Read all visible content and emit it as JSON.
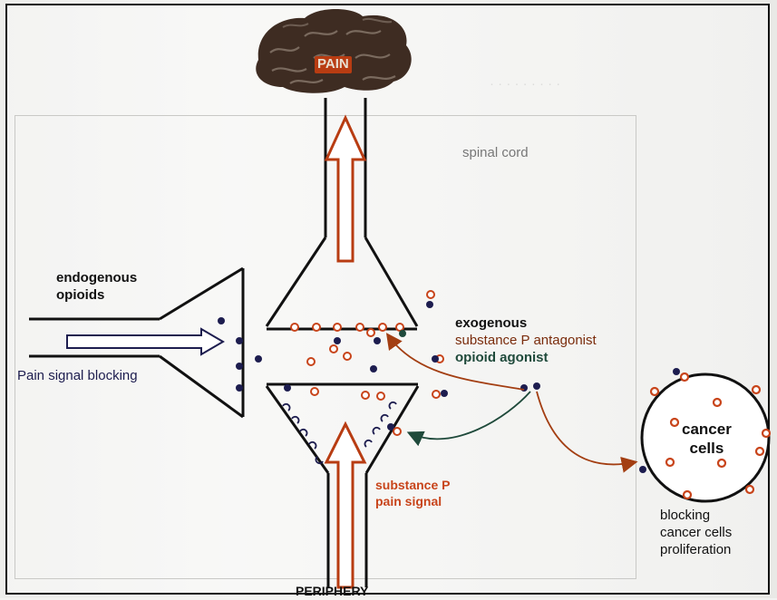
{
  "brain_label": "PAIN",
  "spinal_cord_label": "spinal cord",
  "endogenous_opioids": [
    "endogenous",
    "opioids"
  ],
  "pain_signal_blocking": "Pain signal blocking",
  "exogenous": [
    "exogenous",
    "substance P antagonist",
    "opioid agonist"
  ],
  "substance_p": [
    "substance P",
    "pain signal"
  ],
  "cancer_cells": [
    "cancer",
    "cells"
  ],
  "blocking_proliferation": [
    "blocking",
    "cancer cells",
    "proliferation"
  ],
  "periphery_label": "PERIPHERY",
  "colors": {
    "orange": "#c8441a",
    "dark_navy": "#1d1d4f",
    "green_dark": "#1f4a3b",
    "arrow_brown": "#a33e12",
    "pain_text": "#e8e0d2"
  }
}
